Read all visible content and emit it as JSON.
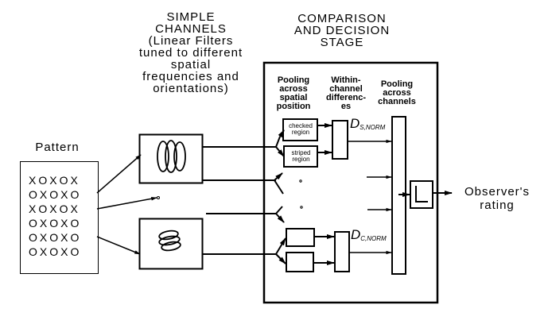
{
  "pattern": {
    "title": "Pattern",
    "rows": [
      "XOXOX",
      "OXOXO",
      "XOXOX",
      "OXOXO",
      "OXOXO",
      "OXOXO"
    ]
  },
  "simple_channels": {
    "heading_lines": [
      "SIMPLE",
      "CHANNELS",
      "(Linear Filters",
      "tuned to different",
      "spatial",
      "frequencies and",
      "orientations)"
    ]
  },
  "comparison_stage": {
    "heading_lines": [
      "COMPARISON",
      "AND DECISION",
      "STAGE"
    ],
    "pooling_spatial_lines": [
      "Pooling",
      "across",
      "spatial",
      "position"
    ],
    "within_channel_lines": [
      "Within-",
      "channel",
      "differenc-",
      "es"
    ],
    "pooling_channels_lines": [
      "Pooling",
      "across",
      "channels"
    ],
    "checked_region_lines": [
      "checked",
      "region"
    ],
    "striped_region_lines": [
      "striped",
      "region"
    ],
    "d_s_main": "D",
    "d_s_sub": "S,NORM",
    "d_c_main": "D",
    "d_c_sub": "C,NORM"
  },
  "output": {
    "label_lines": [
      "Observer's",
      "rating"
    ]
  }
}
